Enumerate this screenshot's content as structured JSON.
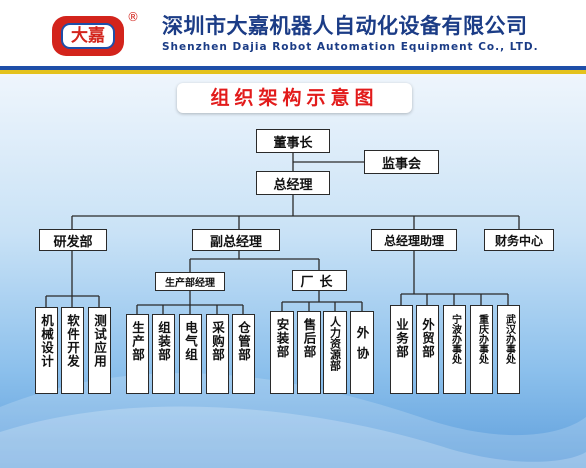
{
  "company": {
    "name_cn": "深圳市大嘉机器人自动化设备有限公司",
    "name_en": "Shenzhen Dajia Robot Automation Equipment Co., LTD.",
    "logo_text": "大嘉",
    "registered_mark": "®"
  },
  "chart_title": "组织架构示意图",
  "org": {
    "chairman": "董事长",
    "supervisory_board": "监事会",
    "general_manager": "总经理",
    "rnd": "研发部",
    "deputy_gm": "副总经理",
    "gm_assistant": "总经理助理",
    "finance": "财务中心",
    "production_manager": "生产部经理",
    "plant_manager": "厂长",
    "rnd_units": [
      "机械设计",
      "软件开发",
      "测试应用"
    ],
    "production_units": [
      "生产部",
      "组装部",
      "电气组",
      "采购部",
      "仓管部"
    ],
    "plant_units": [
      "安装部",
      "售后部",
      "人力资源部",
      "外协"
    ],
    "assistant_units": [
      "业务部",
      "外贸部",
      "宁波办事处",
      "重庆办事处",
      "武汉办事处"
    ]
  },
  "colors": {
    "title_red": "#e21b1b",
    "brand_blue": "#1b3c86",
    "stripe_gold": "#e4c21c"
  }
}
